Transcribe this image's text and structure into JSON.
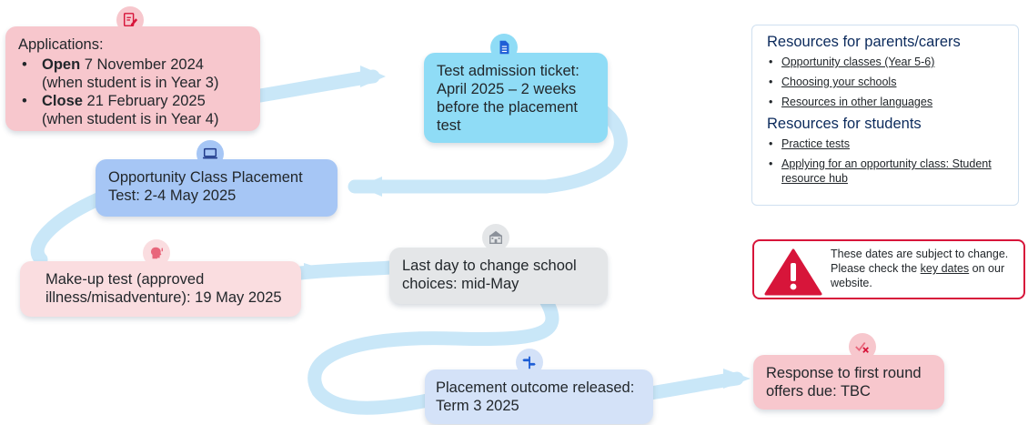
{
  "steps": {
    "applications": {
      "title": "Applications:",
      "items": [
        {
          "bold": "Open",
          "rest": " 7 November 2024",
          "sub": "(when student is in Year 3)"
        },
        {
          "bold": "Close",
          "rest": " 21 February 2025",
          "sub": "(when student is in Year 4)"
        }
      ]
    },
    "ticket": "Test admission ticket: April 2025 – 2 weeks before the placement test",
    "placement": "Opportunity Class Placement Test: 2-4 May 2025",
    "makeup": "Make-up test (approved illness/misadventure): 19 May 2025",
    "lastday": "Last day to change school choices: mid-May",
    "outcome": "Placement outcome released: Term 3 2025",
    "response": "Response to first round offers due: TBC"
  },
  "resources": {
    "parents_title": "Resources for parents/carers",
    "parents_links": [
      "Opportunity classes (Year 5-6)",
      "Choosing your schools",
      "Resources in other languages"
    ],
    "students_title": "Resources for students",
    "students_links": [
      "Practice tests",
      "Applying for an opportunity class: Student resource hub"
    ]
  },
  "warning": {
    "text_before": "These dates are subject to change. Please check the ",
    "link": "key dates",
    "text_after": " on our website."
  },
  "icons": {
    "applications": "edit-document-icon",
    "ticket": "document-icon",
    "placement": "laptop-icon",
    "makeup": "head-icon",
    "lastday": "school-building-icon",
    "outcome": "signpost-icon",
    "response": "cross-check-icon",
    "warning": "exclamation-triangle-icon"
  },
  "colors": {
    "path": "#c9e7f8",
    "applications": "#f7c7cd",
    "ticket": "#8fdcf6",
    "placement": "#a6c6f5",
    "makeup": "#fadde0",
    "lastday": "#e4e6e8",
    "outcome": "#d4e2f8",
    "response": "#f7c7cd",
    "warning": "#d7153a",
    "heading": "#0b2a5c"
  }
}
